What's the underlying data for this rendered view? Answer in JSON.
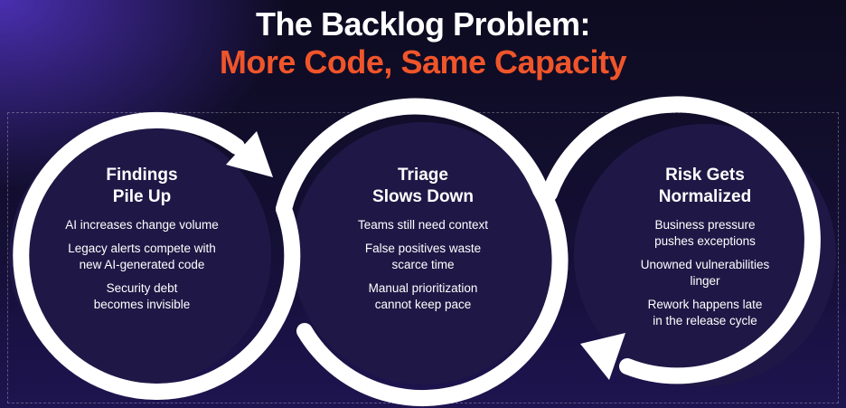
{
  "title": {
    "line1": "The Backlog Problem:",
    "line2": "More Code, Same Capacity"
  },
  "colors": {
    "accent": "#f0552a",
    "ring": "#ffffff",
    "circle_fill": "#1f1846"
  },
  "stages": [
    {
      "title_l1": "Findings",
      "title_l2": "Pile Up",
      "items": [
        {
          "l1": "AI increases change volume",
          "l2": ""
        },
        {
          "l1": "Legacy alerts compete with",
          "l2": "new AI-generated code"
        },
        {
          "l1": "Security debt",
          "l2": "becomes invisible"
        }
      ]
    },
    {
      "title_l1": "Triage",
      "title_l2": "Slows Down",
      "items": [
        {
          "l1": "Teams still need context",
          "l2": ""
        },
        {
          "l1": "False positives waste",
          "l2": "scarce time"
        },
        {
          "l1": "Manual prioritization",
          "l2": "cannot keep pace"
        }
      ]
    },
    {
      "title_l1": "Risk Gets",
      "title_l2": "Normalized",
      "items": [
        {
          "l1": "Business pressure",
          "l2": "pushes exceptions"
        },
        {
          "l1": "Unowned vulnerabilities",
          "l2": "linger"
        },
        {
          "l1": "Rework happens late",
          "l2": "in the release cycle"
        }
      ]
    }
  ]
}
